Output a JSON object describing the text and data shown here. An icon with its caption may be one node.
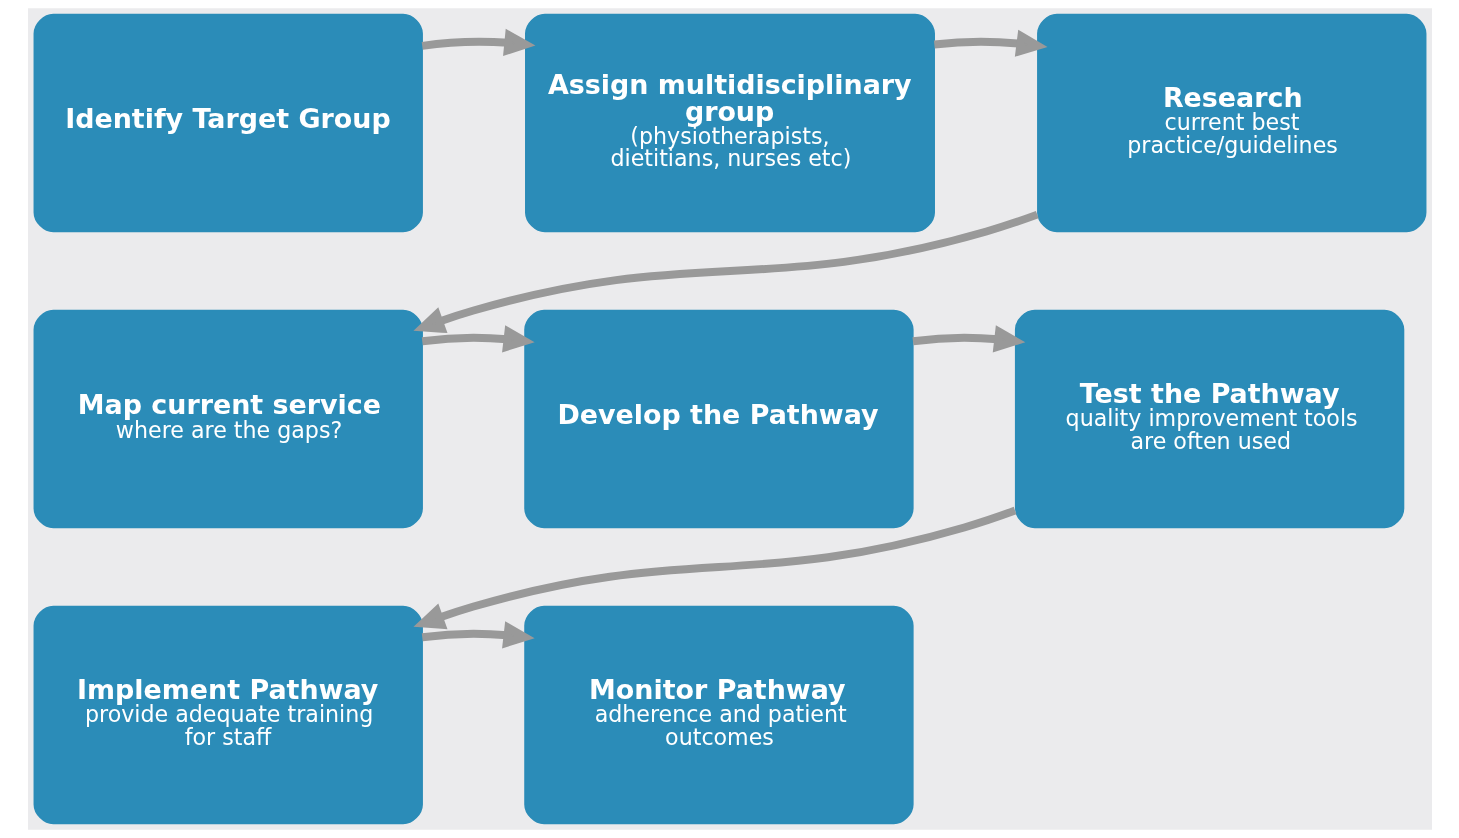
{
  "diagram": {
    "nodes": [
      {
        "text": [
          "Identify Target Group"
        ]
      },
      {
        "text": [
          "Assign multidisciplinary group",
          "(physiotherapists, dietitians, nurses etc)"
        ]
      },
      {
        "text": [
          "Research",
          "current best practice/guidelines"
        ]
      },
      {
        "text": [
          "Map current service",
          "where are the gaps?"
        ]
      },
      {
        "text": [
          "Develop the Pathway"
        ]
      },
      {
        "text": [
          "Test the Pathway",
          "quality improvement tools are often used"
        ]
      },
      {
        "text": [
          "Implement Pathway",
          "provide adequate training for staff"
        ]
      },
      {
        "text": [
          "Monitor Pathway",
          "adherence and patient outcomes"
        ]
      }
    ],
    "edges": [
      {
        "from": 0,
        "to": 1,
        "arrow": "to"
      },
      {
        "from": 1,
        "to": 2,
        "arrow": "to"
      },
      {
        "from": 2,
        "to": 3,
        "arrow": "to"
      },
      {
        "from": 3,
        "to": 4,
        "arrow": "to"
      },
      {
        "from": 4,
        "to": 5,
        "arrow": "to"
      },
      {
        "from": 5,
        "to": 6,
        "arrow": "to"
      },
      {
        "from": 6,
        "to": 7,
        "arrow": "to"
      }
    ]
  }
}
